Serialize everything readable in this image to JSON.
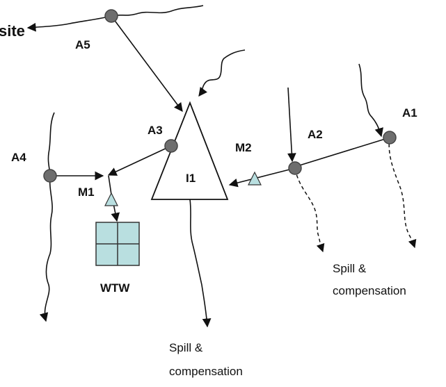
{
  "labels": {
    "site": "site",
    "a1": "A1",
    "a2": "A2",
    "a3": "A3",
    "a4": "A4",
    "a5": "A5",
    "m1": "M1",
    "m2": "M2",
    "i1": "I1",
    "wtw": "WTW"
  },
  "notes": {
    "spill_right_line1": "Spill &",
    "spill_right_line2": "compensation",
    "spill_bottom_line1": "Spill &",
    "spill_bottom_line2": "compensation"
  },
  "colors": {
    "node": "#6e6e6e",
    "meter": "#b9dfe0",
    "line": "#111111"
  }
}
